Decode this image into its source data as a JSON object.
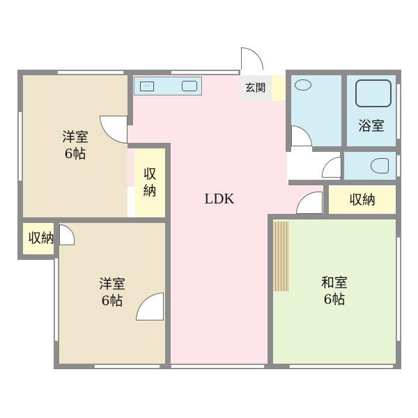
{
  "rooms": {
    "western1": {
      "name": "洋室",
      "size": "6帖"
    },
    "western2": {
      "name": "洋室",
      "size": "6帖"
    },
    "japanese": {
      "name": "和室",
      "size": "6帖"
    },
    "ldk": {
      "name": "LDK"
    },
    "storage1": {
      "name": "収\n納"
    },
    "storage2": {
      "name": "収納"
    },
    "storage3": {
      "name": "収納"
    },
    "entrance": {
      "name": "玄関"
    },
    "bath": {
      "name": "浴室"
    }
  },
  "colors": {
    "wall": "#8c8c8c",
    "western": "#efe4cc",
    "ldk": "#fde5e9",
    "wet": "#d5edf5",
    "storage": "#fdfad2",
    "japanese": "#e9f3d6",
    "entrance": "#ececec"
  }
}
